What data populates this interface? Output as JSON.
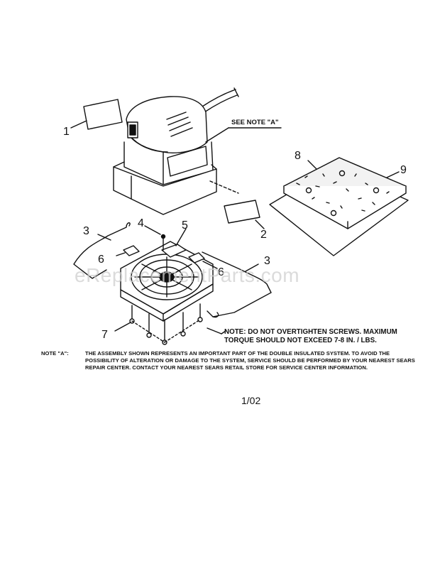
{
  "callouts": {
    "c1": "1",
    "c2": "2",
    "c3a": "3",
    "c3b": "3",
    "c4": "4",
    "c5": "5",
    "c6a": "6",
    "c6b": "6",
    "c7": "7",
    "c8": "8",
    "c9": "9"
  },
  "see_note": "SEE NOTE \"A\"",
  "torque_note": "NOTE: DO NOT OVERTIGHTEN SCREWS. MAXIMUM TORQUE SHOULD NOT EXCEED 7-8 IN. / LBS.",
  "note_a": {
    "label": "NOTE \"A\":",
    "text": "THE ASSEMBLY SHOWN REPRESENTS AN IMPORTANT PART OF THE DOUBLE INSULATED SYSTEM. TO AVOID THE POSSIBILITY OF ALTERATION OR DAMAGE TO THE SYSTEM, SERVICE SHOULD BE PERFORMED BY YOUR NEAREST SEARS REPAIR CENTER. CONTACT YOUR NEAREST SEARS RETAIL STORE FOR SERVICE CENTER INFORMATION."
  },
  "date": "1/02",
  "watermark": "eReplacementParts.com"
}
